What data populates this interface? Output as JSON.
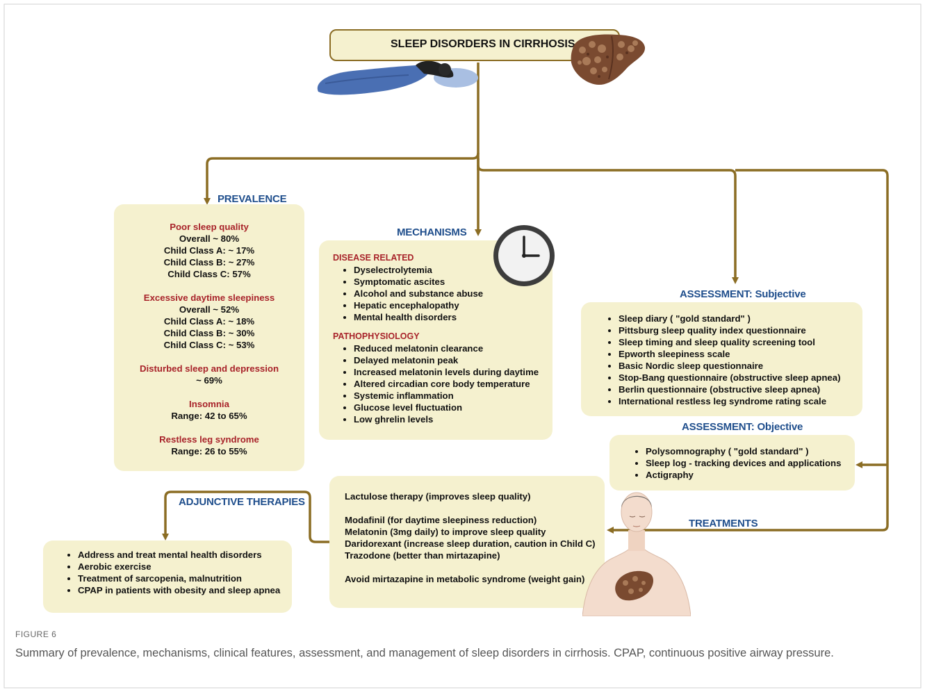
{
  "title": "SLEEP DISORDERS IN CIRRHOSIS",
  "prevalence": {
    "header": "PREVALENCE",
    "groups": [
      {
        "title": "Poor sleep quality",
        "lines": [
          "Overall ~ 80%",
          "Child Class A: ~ 17%",
          "Child Class B: ~ 27%",
          "Child Class C: 57%"
        ]
      },
      {
        "title": "Excessive daytime sleepiness",
        "lines": [
          "Overall ~ 52%",
          "Child Class A: ~ 18%",
          "Child Class B: ~ 30%",
          "Child Class C: ~ 53%"
        ]
      },
      {
        "title": "Disturbed sleep and depression",
        "lines": [
          "~ 69%"
        ]
      },
      {
        "title": "Insomnia",
        "lines": [
          "Range: 42 to 65%"
        ]
      },
      {
        "title": "Restless leg syndrome",
        "lines": [
          "Range: 26 to 55%"
        ]
      }
    ]
  },
  "mechanisms": {
    "header": "MECHANISMS",
    "disease_related": {
      "title": "DISEASE RELATED",
      "items": [
        "Dyselectrolytemia",
        "Symptomatic ascites",
        "Alcohol and substance abuse",
        "Hepatic encephalopathy",
        "Mental health disorders"
      ]
    },
    "pathophysiology": {
      "title": "PATHOPHYSIOLOGY",
      "items": [
        "Reduced melatonin clearance",
        "Delayed melatonin peak",
        "Increased melatonin levels during daytime",
        "Altered circadian core body temperature",
        "Systemic inflammation",
        "Glucose level fluctuation",
        "Low ghrelin levels"
      ]
    }
  },
  "assessment_subjective": {
    "header": "ASSESSMENT: Subjective",
    "items": [
      "Sleep diary ( \"gold standard\" )",
      "Pittsburg sleep quality index questionnaire",
      "Sleep timing and sleep quality screening tool",
      "Epworth sleepiness scale",
      "Basic Nordic sleep questionnaire",
      "Stop-Bang questionnaire (obstructive sleep apnea)",
      "Berlin questionnaire (obstructive sleep apnea)",
      "International restless leg syndrome rating scale"
    ]
  },
  "assessment_objective": {
    "header": "ASSESSMENT: Objective",
    "items": [
      "Polysomnography ( \"gold standard\" )",
      "Sleep log - tracking devices and applications",
      "Actigraphy"
    ]
  },
  "treatments": {
    "header": "TREATMENTS",
    "lines": [
      "Lactulose therapy (improves sleep quality)",
      "",
      "Modafinil (for daytime sleepiness reduction)",
      "Melatonin (3mg daily) to improve sleep quality",
      "Daridorexant (increase sleep duration, caution in Child C)",
      "Trazodone (better than mirtazapine)",
      "",
      "Avoid mirtazapine in metabolic syndrome (weight gain)"
    ]
  },
  "adjunctive": {
    "header": "ADJUNCTIVE THERAPIES",
    "items": [
      "Address and treat mental health disorders",
      "Aerobic exercise",
      "Treatment of sarcopenia, malnutrition",
      "CPAP in patients with obesity and sleep apnea"
    ]
  },
  "caption": {
    "label": "FIGURE 6",
    "text": "Summary of prevalence, mechanisms, clinical features, assessment, and management of sleep disorders in cirrhosis. CPAP, continuous positive airway pressure."
  },
  "colors": {
    "box_fill": "#f5f1cf",
    "arrow": "#8b6d24",
    "header_blue": "#1f4e8c",
    "subheader_red": "#a8232a"
  },
  "icons": [
    "sleeping-person-icon",
    "liver-icon",
    "clock-icon",
    "human-torso-icon"
  ]
}
